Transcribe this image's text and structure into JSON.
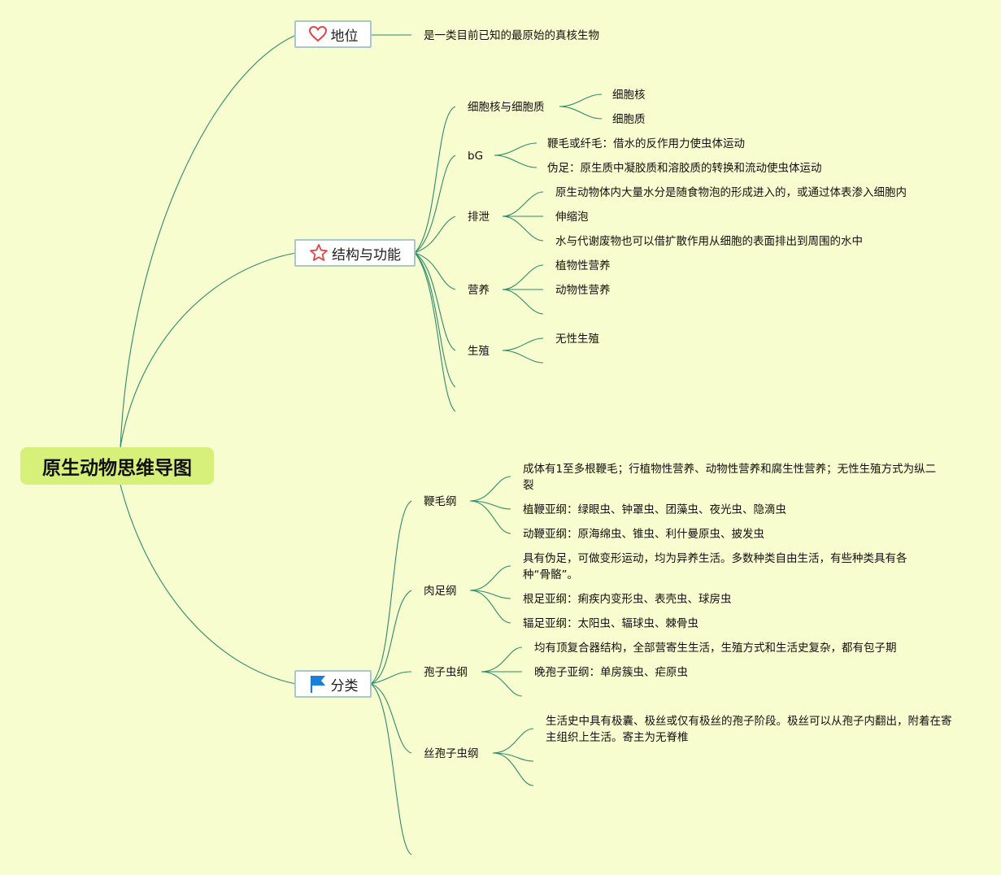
{
  "root": {
    "title": "原生动物思维导图"
  },
  "branches": {
    "status": {
      "label": "地位",
      "icon": "heart-icon",
      "text": "是一类目前已知的最原始的真核生物"
    },
    "structure": {
      "label": "结构与功能",
      "icon": "star-icon",
      "groups": [
        {
          "label": "细胞核与细胞质",
          "items": [
            "细胞核",
            "细胞质"
          ]
        },
        {
          "label": "bG",
          "items": [
            "鞭毛或纤毛：借水的反作用力使虫体运动",
            "伪足：原生质中凝胶质和溶胶质的转换和流动使虫体运动"
          ]
        },
        {
          "label": "排泄",
          "items": [
            "原生动物体内大量水分是随食物泡的形成进入的，或通过体表渗入细胞内",
            "伸缩泡",
            "水与代谢废物也可以借扩散作用从细胞的表面排出到周围的水中"
          ]
        },
        {
          "label": "营养",
          "items": [
            "植物性营养",
            "动物性营养"
          ]
        },
        {
          "label": "生殖",
          "items": [
            "无性生殖"
          ]
        }
      ]
    },
    "classification": {
      "label": "分类",
      "icon": "flag-icon",
      "groups": [
        {
          "label": "鞭毛纲",
          "items": [
            "成体有1至多根鞭毛；行植物性营养、动物性营养和腐生性营养；无性生殖方式为纵二裂",
            "植鞭亚纲：绿眼虫、钟罩虫、团藻虫、夜光虫、隐滴虫",
            "动鞭亚纲：原海绵虫、锥虫、利什曼原虫、披发虫"
          ]
        },
        {
          "label": "肉足纲",
          "items": [
            "具有伪足，可做变形运动，均为异养生活。多数种类自由生活，有些种类具有各种“骨骼”。",
            "根足亚纲：痢疾内变形虫、表壳虫、球房虫",
            "辐足亚纲：太阳虫、辐球虫、棘骨虫"
          ]
        },
        {
          "label": "孢子虫纲",
          "items": [
            "均有顶复合器结构，全部营寄生生活，生殖方式和生活史复杂，都有包子期",
            "晚孢子亚纲：单房簇虫、疟原虫"
          ]
        },
        {
          "label": "丝孢子虫纲",
          "items": [
            "生活史中具有极囊、极丝或仅有极丝的孢子阶段。极丝可以从孢子内翻出，附着在寄主组织上生活。寄主为无脊椎"
          ]
        }
      ]
    }
  },
  "colors": {
    "line": "#2e8b6e",
    "root_bg": "#d7f07a",
    "background": "#f7fdce",
    "heart": "#e04545",
    "star": "#e04545",
    "flag": "#1a7fd6"
  }
}
